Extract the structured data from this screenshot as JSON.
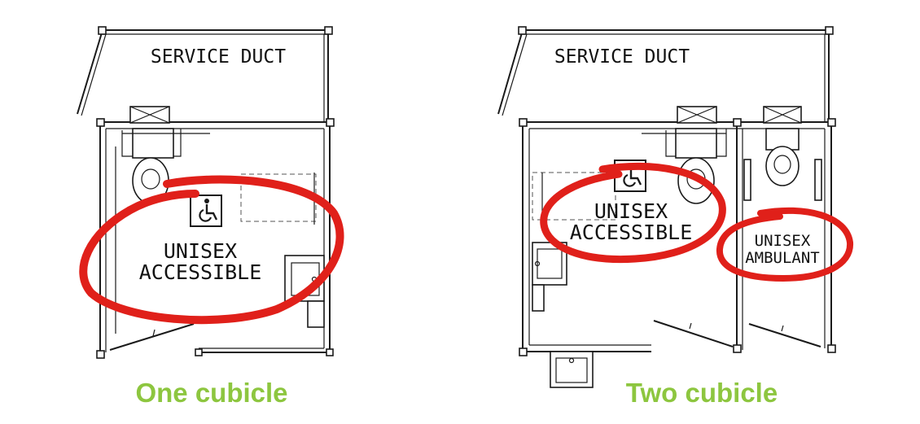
{
  "colors": {
    "ink": "#1a1a1a",
    "highlight": "#e0201a",
    "caption": "#8dc63f",
    "background": "#ffffff"
  },
  "left_plan": {
    "service_duct_label": "SERVICE DUCT",
    "room_label_line1": "UNISEX",
    "room_label_line2": "ACCESSIBLE",
    "symbol_icon": "wheelchair-icon",
    "caption": "One cubicle"
  },
  "right_plan": {
    "service_duct_label": "SERVICE DUCT",
    "accessible_label_line1": "UNISEX",
    "accessible_label_line2": "ACCESSIBLE",
    "ambulant_label_line1": "UNISEX",
    "ambulant_label_line2": "AMBULANT",
    "symbol_icon": "wheelchair-icon",
    "caption": "Two cubicle"
  }
}
